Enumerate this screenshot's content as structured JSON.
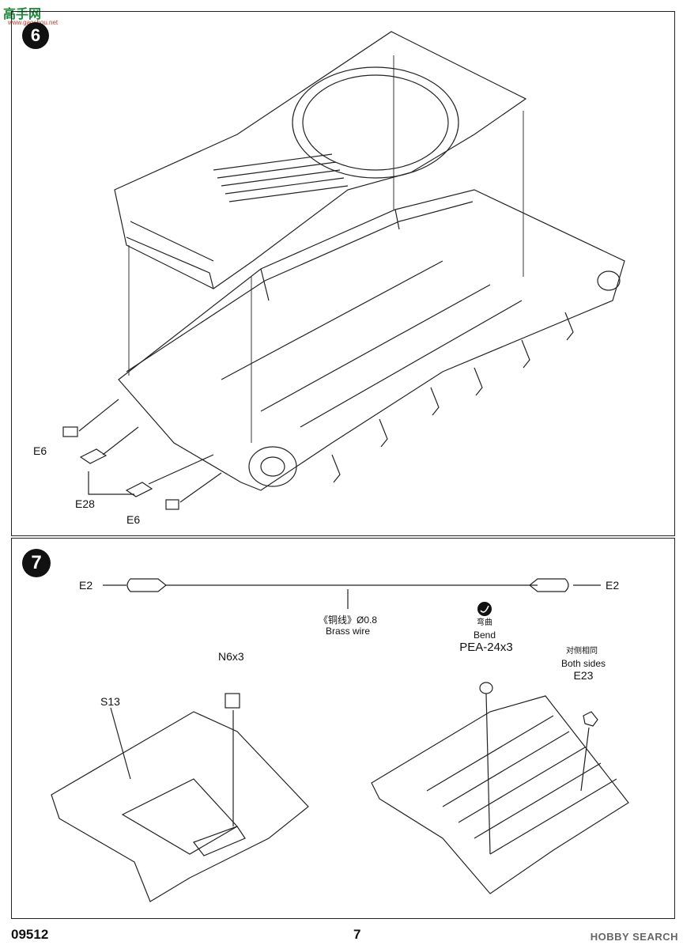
{
  "watermark": {
    "logo_text": "高手网",
    "logo_sub": "www.gaoshou.net",
    "bottom": "HOBBY SEARCH"
  },
  "step6": {
    "number": "6",
    "labels": {
      "e6_upper": "E6",
      "e28": "E28",
      "e6_lower": "E6"
    }
  },
  "step7": {
    "number": "7",
    "wire": {
      "left_end": "E2",
      "right_end": "E2",
      "cn_label": "《铜线》Ø0.8",
      "en_label": "Brass wire"
    },
    "bend": {
      "cn": "弯曲",
      "en": "Bend",
      "part": "PEA-24x3"
    },
    "both_sides": {
      "cn": "对侧相同",
      "en": "Both sides",
      "part": "E23"
    },
    "n6": "N6x3",
    "s13": "S13"
  },
  "footer": {
    "code": "09512",
    "page": "7"
  }
}
